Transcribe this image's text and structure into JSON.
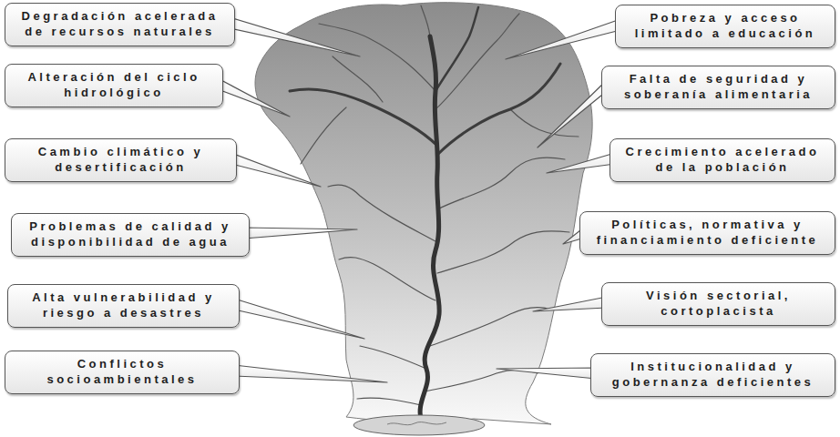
{
  "diagram": {
    "nodes": [
      {
        "text": [
          "Degradación acelerada de recursos naturales"
        ]
      },
      {
        "text": [
          "Pobreza y acceso limitado a educación"
        ]
      },
      {
        "text": [
          "Alteración del ciclo hidrológico"
        ]
      },
      {
        "text": [
          "Falta de seguridad y soberanía alimentaria"
        ]
      },
      {
        "text": [
          "Cambio climático y desertificación"
        ]
      },
      {
        "text": [
          "Crecimiento acelerado de la población"
        ]
      },
      {
        "text": [
          "Problemas de calidad y disponibilidad de agua"
        ]
      },
      {
        "text": [
          "Políticas, normativa y financiamiento deficiente"
        ]
      },
      {
        "text": [
          "Alta vulnerabilidad y riesgo a desastres"
        ]
      },
      {
        "text": [
          "Visión sectorial, cortoplacista"
        ]
      },
      {
        "text": [
          "Conflictos socioambientales"
        ]
      },
      {
        "text": [
          "Institucionalidad y gobernanza deficientes"
        ]
      }
    ]
  }
}
